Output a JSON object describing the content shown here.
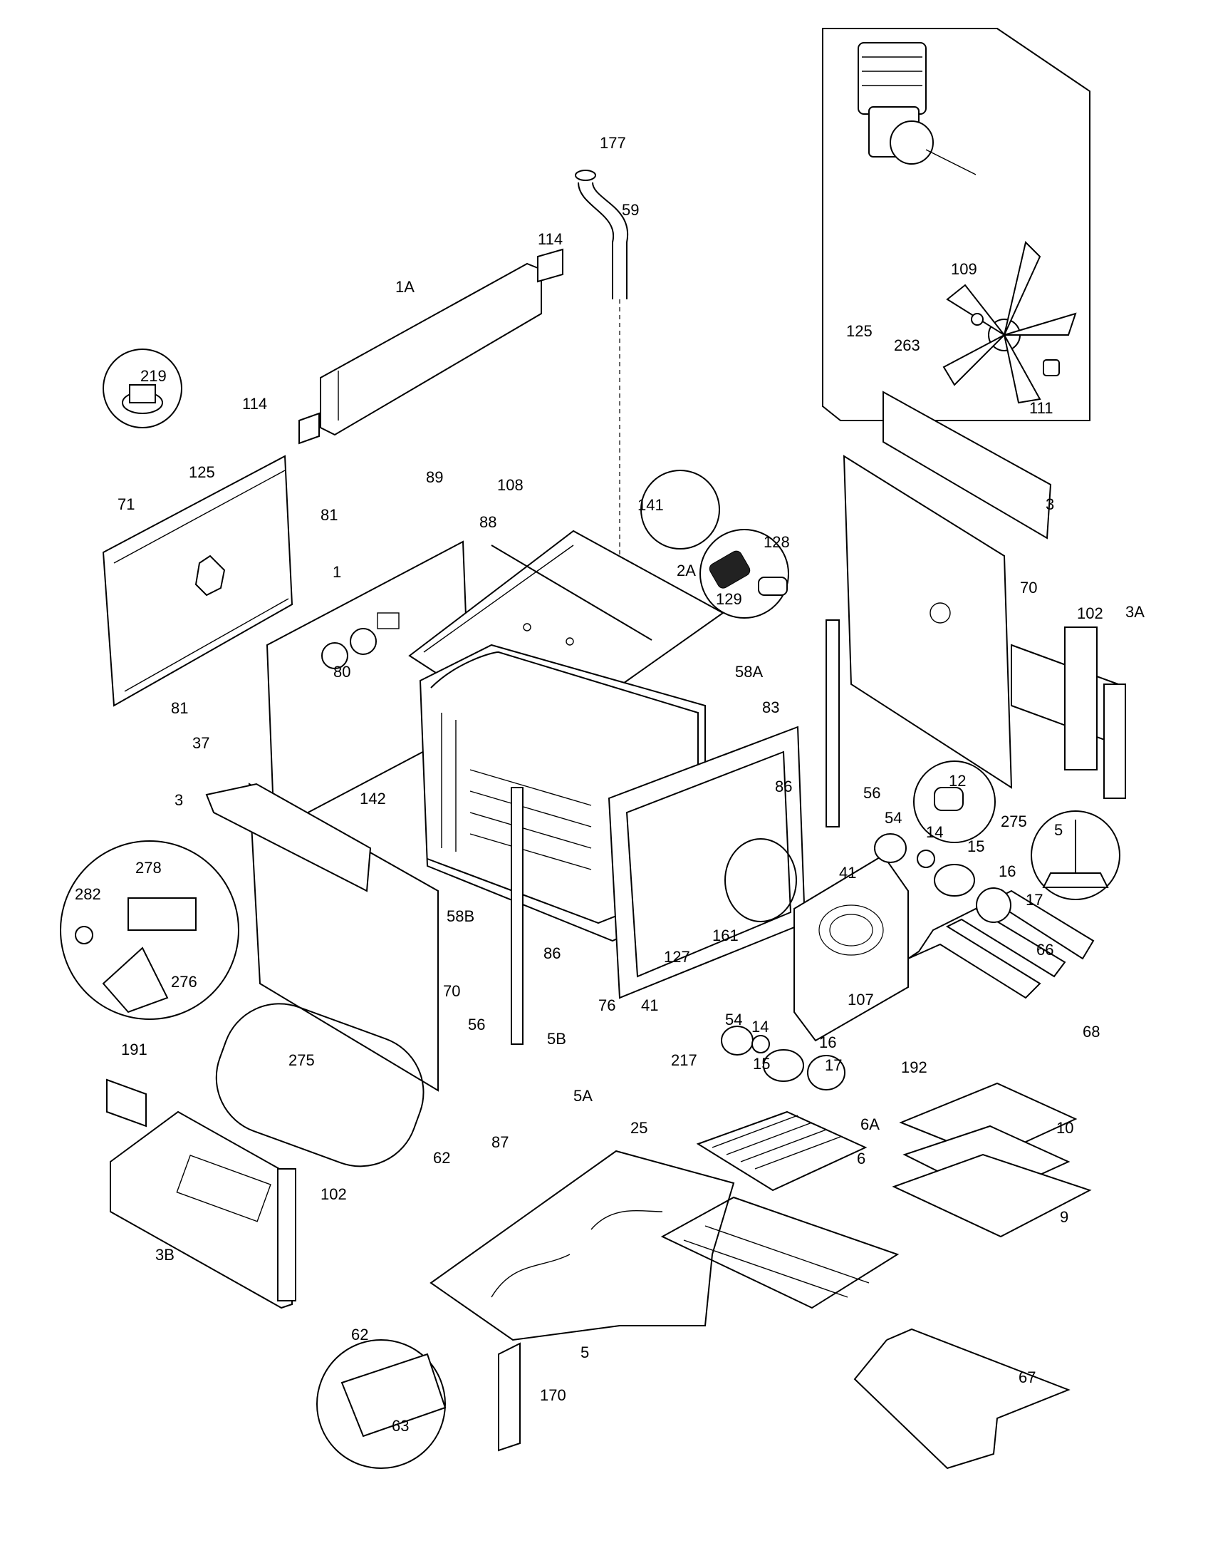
{
  "labels": {
    "p177": "177",
    "p59": "59",
    "p114a": "114",
    "p1A": "1A",
    "p219": "219",
    "p114b": "114",
    "p125a": "125",
    "p109": "109",
    "p263": "263",
    "p111": "111",
    "p71": "71",
    "p125b": "125",
    "p81a": "81",
    "p1": "1",
    "p89": "89",
    "p108": "108",
    "p88": "88",
    "p141": "141",
    "p2A": "2A",
    "p128": "128",
    "p129": "129",
    "p3a": "3",
    "p70a": "70",
    "p102a": "102",
    "p3A": "3A",
    "p81b": "81",
    "p80": "80",
    "p37": "37",
    "p58A": "58A",
    "p83": "83",
    "p142": "142",
    "p86a": "86",
    "p56a": "56",
    "p12": "12",
    "p275a": "275",
    "p5a": "5",
    "p3b": "3",
    "p54a": "54",
    "p14a": "14",
    "p15a": "15",
    "p16a": "16",
    "p17a": "17",
    "p41a": "41",
    "p278": "278",
    "p282": "282",
    "p276": "276",
    "p58B": "58B",
    "p86b": "86",
    "p127": "127",
    "p161": "161",
    "p66": "66",
    "p70b": "70",
    "p76": "76",
    "p41b": "41",
    "p107": "107",
    "p56b": "56",
    "p54b": "54",
    "p14b": "14",
    "p16b": "16",
    "p15b": "15",
    "p17b": "17",
    "p68": "68",
    "p5B": "5B",
    "p217": "217",
    "p191": "191",
    "p275b": "275",
    "p192": "192",
    "p5A": "5A",
    "p6A": "6A",
    "p10": "10",
    "p25": "25",
    "p87": "87",
    "p62a": "62",
    "p6": "6",
    "p102b": "102",
    "p9": "9",
    "p3B": "3B",
    "p62b": "62",
    "p5b": "5",
    "p67": "67",
    "p63": "63",
    "p170": "170"
  },
  "icons": {
    "motor": "convection-motor-icon",
    "fan": "fan-blade-icon",
    "thermostat": "thermostat-icon",
    "lamp": "oven-lamp-icon",
    "rack": "oven-rack-icon",
    "broil-element": "broil-element-icon",
    "bake-element": "bake-element-icon",
    "leveling-leg": "leveling-leg-icon"
  }
}
